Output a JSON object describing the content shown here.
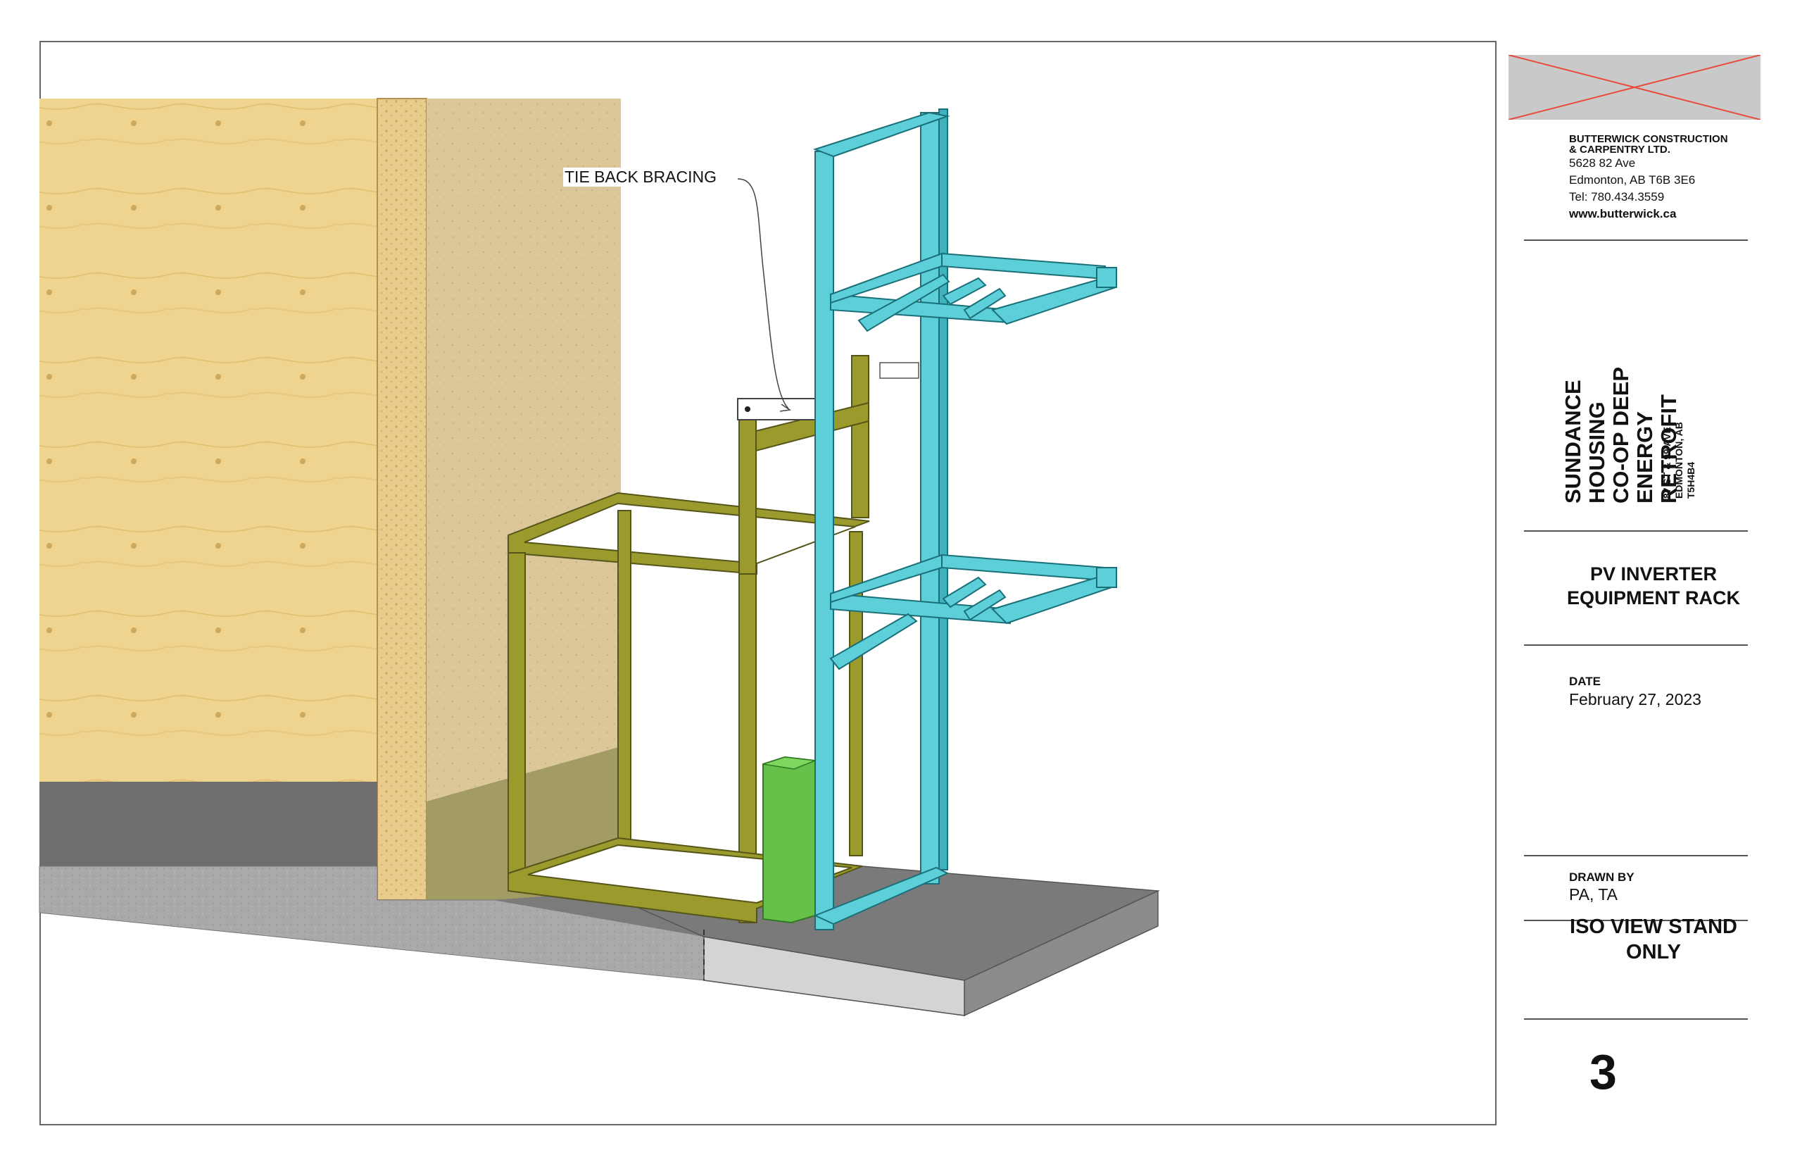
{
  "drawing": {
    "callout_label": "TIE BACK BRACING"
  },
  "title_block": {
    "company": {
      "name_line1": "BUTTERWICK CONSTRUCTION",
      "name_line2": "& CARPENTRY LTD.",
      "address_line1": "5628 82 Ave",
      "address_line2": "Edmonton, AB T6B 3E6",
      "phone": "Tel: 780.434.3559",
      "website": "www.butterwick.ca"
    },
    "project": {
      "title_line1": "SUNDANCE HOUSING",
      "title_line2": "CO-OP DEEP ENERGY",
      "title_line3": "RETROFIT",
      "address_line1": "87 ST & 99 AVE",
      "address_line2": "EDMONTON, AB",
      "address_line3": "T5H4B4"
    },
    "sheet_title_line1": "PV INVERTER",
    "sheet_title_line2": "EQUIPMENT RACK",
    "date_label": "DATE",
    "date_value": "February 27, 2023",
    "drawn_by_label": "DRAWN BY",
    "drawn_by_value": "PA, TA",
    "view_title_line1": "ISO VIEW STAND",
    "view_title_line2": "ONLY",
    "sheet_number": "3"
  },
  "colors": {
    "plywood": "#efd48f",
    "osb_edge": "#e6c98a",
    "sheathing": "#dcc79b",
    "olive_frame": "#9a9a2d",
    "cyan_frame": "#5ccfd9",
    "green_box": "#66c04a",
    "concrete_dark": "#8a8a8a",
    "concrete_light": "#d2d2d2",
    "logo_cross": "#e84a3a"
  }
}
